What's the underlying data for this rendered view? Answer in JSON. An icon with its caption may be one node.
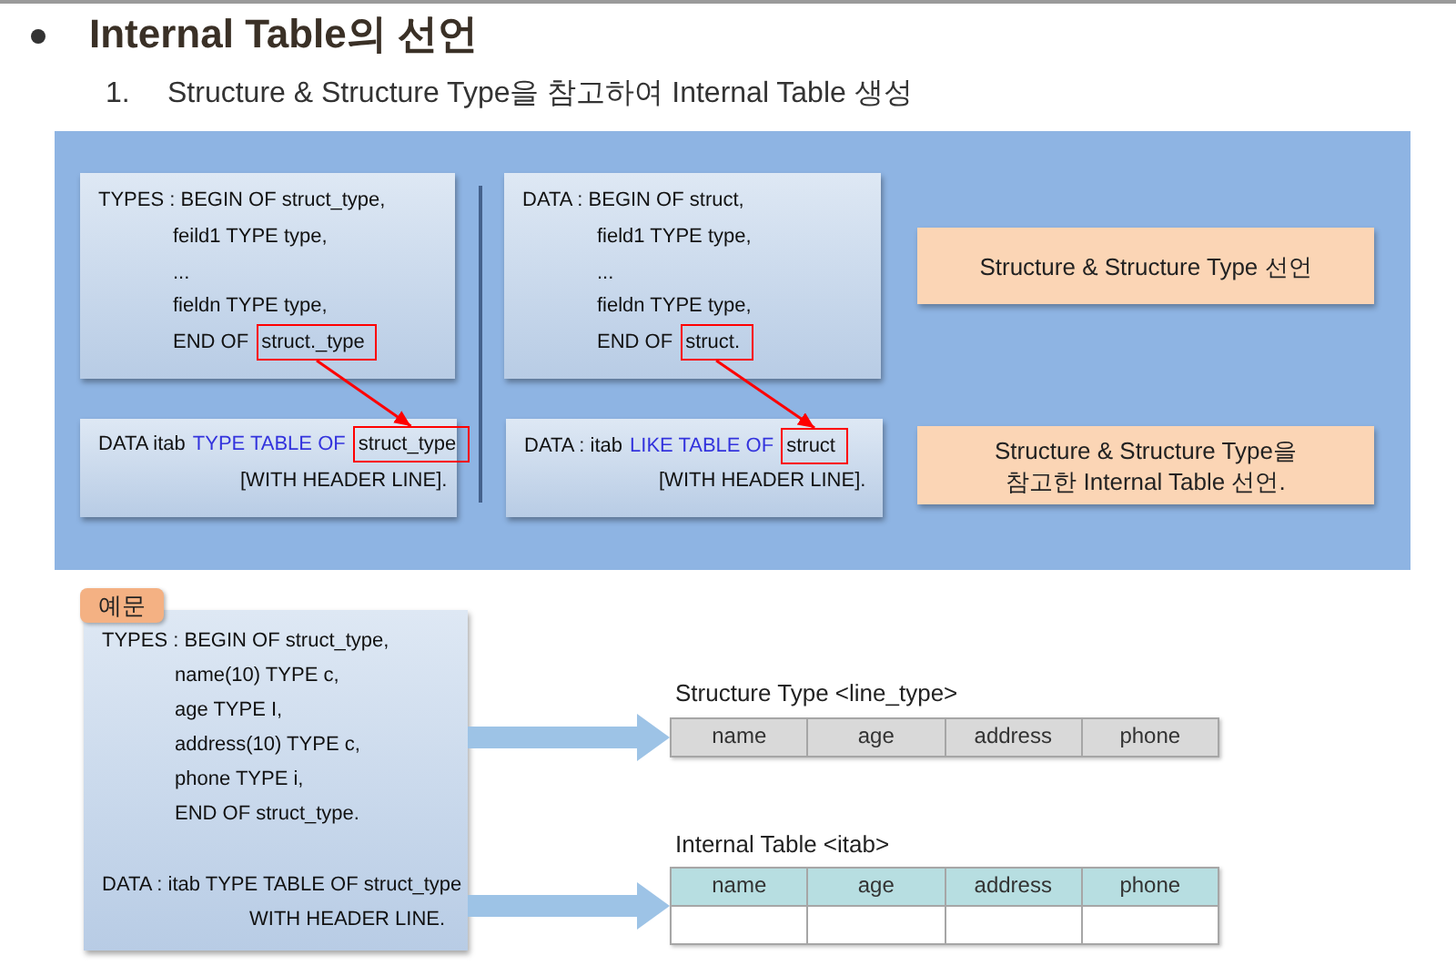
{
  "diagram": {
    "title": "Internal Table의 선언",
    "nodes": [
      {
        "text": [],
        "shape": "box"
      },
      {
        "text": [
          "TYPES : BEGIN OF struct_type,",
          "feild1 TYPE type,",
          "...",
          "fieldn TYPE type,",
          "END OF"
        ],
        "in": 0
      },
      {
        "text": [
          "struct._type"
        ],
        "in": 1
      },
      {
        "text": [
          "DATA : BEGIN OF struct,",
          "field1 TYPE type,",
          "...",
          "fieldn TYPE type,",
          "END OF"
        ],
        "in": 0
      },
      {
        "text": [
          "struct."
        ],
        "in": 3
      },
      {
        "text": [
          "Structure & Structure Type 선언"
        ],
        "in": 0
      },
      {
        "text": [
          "DATA itab",
          "TYPE TABLE OF",
          "[WITH HEADER LINE]."
        ],
        "in": 0
      },
      {
        "text": [
          "struct_type"
        ],
        "in": 6
      },
      {
        "text": [
          "DATA : itab",
          "LIKE TABLE OF",
          "[WITH HEADER LINE]."
        ],
        "in": 0
      },
      {
        "text": [
          "struct"
        ],
        "in": 8
      },
      {
        "text": [
          "Structure & Structure Type을 참고한 Internal Table 선언."
        ],
        "in": 0
      },
      {
        "text": [
          "예문"
        ]
      },
      {
        "text": [
          "TYPES : BEGIN OF struct_type,",
          "name(10) TYPE c,",
          "age TYPE I,",
          "address(10) TYPE c,",
          "phone TYPE i,",
          "END OF struct_type.",
          "DATA : itab TYPE TABLE OF struct_type",
          "WITH HEADER LINE."
        ]
      },
      {
        "text": [],
        "shape": "box",
        "beside": [
          "Structure Type <line_type>"
        ]
      },
      {
        "text": [],
        "shape": "box",
        "beside": [
          "Internal Table <itab>"
        ]
      }
    ],
    "edges": [
      {
        "from": 2,
        "to": 7,
        "arrow": "to",
        "color": "#ff0000"
      },
      {
        "from": 4,
        "to": 9,
        "arrow": "to",
        "color": "#ff0000"
      },
      {
        "from": 12,
        "to": 13,
        "arrow": "to",
        "style": "thick",
        "color": "#9dc3e6"
      },
      {
        "from": 12,
        "to": 14,
        "arrow": "to",
        "style": "thick",
        "color": "#9dc3e6"
      }
    ],
    "labels": [
      "1.",
      "Structure & Structure Type을 참고하여 Internal Table 생성",
      "name",
      "age",
      "address",
      "phone",
      "name",
      "age",
      "address",
      "phone"
    ]
  }
}
